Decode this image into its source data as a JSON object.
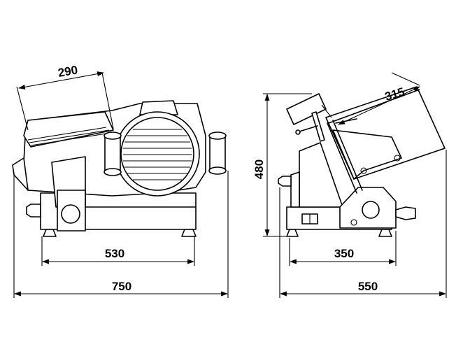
{
  "dimensions": {
    "front_blade_width": "290",
    "front_base_width": "530",
    "front_total_width": "750",
    "side_height": "480",
    "side_carriage": "315",
    "side_base_width": "350",
    "side_total_depth": "550"
  }
}
